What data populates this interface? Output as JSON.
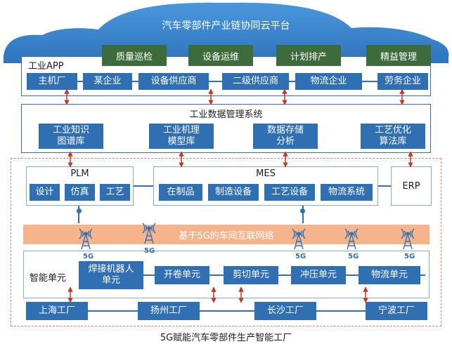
{
  "cloud": {
    "title": "汽车零部件产业链协同云平台"
  },
  "apps": {
    "label": "工业APP",
    "items": [
      "质量巡检",
      "设备运维",
      "计划排产",
      "精益管理"
    ]
  },
  "enterprises": [
    "主机厂",
    "某企业",
    "设备供应商",
    "二级供应商",
    "物流企业",
    "劳务企业"
  ],
  "data_mgmt": {
    "title": "工业数据管理系统",
    "items": [
      {
        "line1": "工业知识",
        "line2": "图谱库"
      },
      {
        "line1": "工业机理",
        "line2": "模型库"
      },
      {
        "line1": "数据存储",
        "line2": "分析"
      },
      {
        "line1": "工艺优化",
        "line2": "算法库"
      }
    ]
  },
  "plm": {
    "title": "PLM",
    "items": [
      "设计",
      "仿真",
      "工艺"
    ]
  },
  "mes": {
    "title": "MES",
    "items": [
      "在制品",
      "制造设备",
      "工艺设备",
      "物流系统"
    ]
  },
  "erp": {
    "title": "ERP"
  },
  "network": {
    "label": "基于5G的车间互联网络",
    "antenna_label": "5G"
  },
  "units": {
    "label": "智能单元",
    "items": [
      {
        "line1": "焊接机器人",
        "line2": "单元"
      },
      {
        "line1": "开卷单元",
        "line2": ""
      },
      {
        "line1": "剪切单元",
        "line2": ""
      },
      {
        "line1": "冲压单元",
        "line2": ""
      },
      {
        "line1": "物流单元",
        "line2": ""
      }
    ]
  },
  "factories": [
    "上海工厂",
    "扬州工厂",
    "长沙工厂",
    "宁波工厂"
  ],
  "footer": {
    "caption": "5G赋能汽车零部件生产智能工厂"
  },
  "colors": {
    "primary_blue": "#2f6fb2",
    "app_green": "#3e6b3b",
    "network_band": "#f6b48d",
    "arrow_red": "#c0392b",
    "cloud_blue": "#3f8fd6"
  }
}
